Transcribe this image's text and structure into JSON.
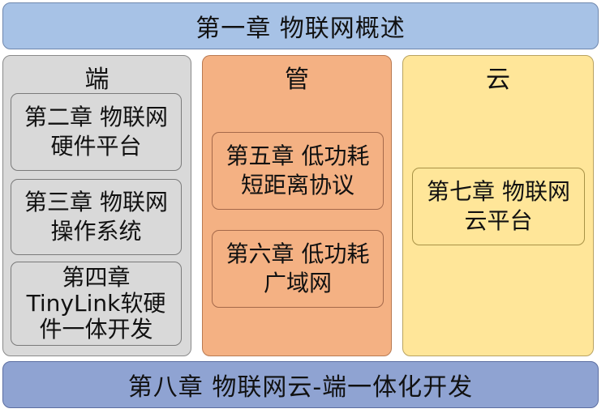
{
  "top_banner": "第一章 物联网概述",
  "bottom_banner": "第八章 物联网云-端一体化开发",
  "columns": {
    "device": {
      "title": "端",
      "cards": [
        "第二章 物联网\n硬件平台",
        "第三章 物联网\n操作系统",
        "第四章\nTinyLink软硬\n件一体开发"
      ]
    },
    "pipe": {
      "title": "管",
      "cards": [
        "第五章 低功耗\n短距离协议",
        "第六章 低功耗\n广域网"
      ]
    },
    "cloud": {
      "title": "云",
      "cards": [
        "第七章 物联网\n云平台"
      ]
    }
  }
}
